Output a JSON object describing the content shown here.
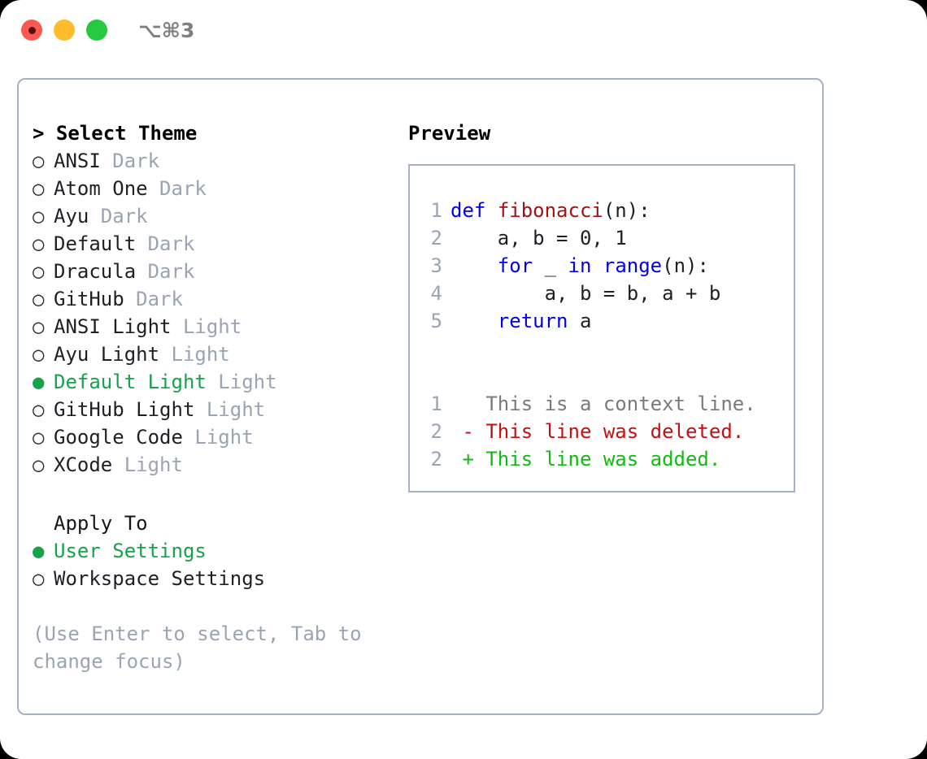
{
  "titlebar": {
    "traffic_lights": [
      {
        "name": "close-button",
        "color": "#fb5a52"
      },
      {
        "name": "minimize-button",
        "color": "#ffbd2e"
      },
      {
        "name": "maximize-button",
        "color": "#26c93f"
      }
    ],
    "shortcut": "⌥⌘3"
  },
  "theme_picker": {
    "title": "> Select Theme",
    "bullet_selected": "●",
    "bullet_unselected": "○",
    "selected_color": "#16a34a",
    "variant_color": "#9aa4b2",
    "items": [
      {
        "name": "ANSI",
        "variant": "Dark",
        "selected": false
      },
      {
        "name": "Atom One",
        "variant": "Dark",
        "selected": false
      },
      {
        "name": "Ayu",
        "variant": "Dark",
        "selected": false
      },
      {
        "name": "Default",
        "variant": "Dark",
        "selected": false
      },
      {
        "name": "Dracula",
        "variant": "Dark",
        "selected": false
      },
      {
        "name": "GitHub",
        "variant": "Dark",
        "selected": false
      },
      {
        "name": "ANSI Light",
        "variant": "Light",
        "selected": false
      },
      {
        "name": "Ayu Light",
        "variant": "Light",
        "selected": false
      },
      {
        "name": "Default Light",
        "variant": "Light",
        "selected": true
      },
      {
        "name": "GitHub Light",
        "variant": "Light",
        "selected": false
      },
      {
        "name": "Google Code",
        "variant": "Light",
        "selected": false
      },
      {
        "name": "XCode",
        "variant": "Light",
        "selected": false
      }
    ]
  },
  "apply_to": {
    "title": "Apply To",
    "items": [
      {
        "name": "User Settings",
        "selected": true
      },
      {
        "name": "Workspace Settings",
        "selected": false
      }
    ]
  },
  "hint": "(Use Enter to select, Tab to change focus)",
  "preview": {
    "title": "Preview",
    "code_lines": [
      {
        "num": "1",
        "tokens": [
          {
            "t": "def",
            "c": "kw"
          },
          {
            "t": " ",
            "c": "plain"
          },
          {
            "t": "fibonacci",
            "c": "fn"
          },
          {
            "t": "(n):",
            "c": "plain"
          }
        ]
      },
      {
        "num": "2",
        "tokens": [
          {
            "t": "    a, b = 0, 1",
            "c": "plain"
          }
        ]
      },
      {
        "num": "3",
        "tokens": [
          {
            "t": "    ",
            "c": "plain"
          },
          {
            "t": "for",
            "c": "kw"
          },
          {
            "t": " _ ",
            "c": "plain"
          },
          {
            "t": "in",
            "c": "kw"
          },
          {
            "t": " ",
            "c": "plain"
          },
          {
            "t": "range",
            "c": "kw"
          },
          {
            "t": "(n):",
            "c": "plain"
          }
        ]
      },
      {
        "num": "4",
        "tokens": [
          {
            "t": "        a, b = b, a + b",
            "c": "plain"
          }
        ]
      },
      {
        "num": "5",
        "tokens": [
          {
            "t": "    ",
            "c": "plain"
          },
          {
            "t": "return",
            "c": "kw"
          },
          {
            "t": " a",
            "c": "plain"
          }
        ]
      }
    ],
    "diff_lines": [
      {
        "num": "1",
        "marker": "  ",
        "text": "This is a context line.",
        "kind": "ctx"
      },
      {
        "num": "2",
        "marker": "- ",
        "text": "This line was deleted.",
        "kind": "del"
      },
      {
        "num": "2",
        "marker": "+ ",
        "text": "This line was added.",
        "kind": "add"
      }
    ]
  }
}
